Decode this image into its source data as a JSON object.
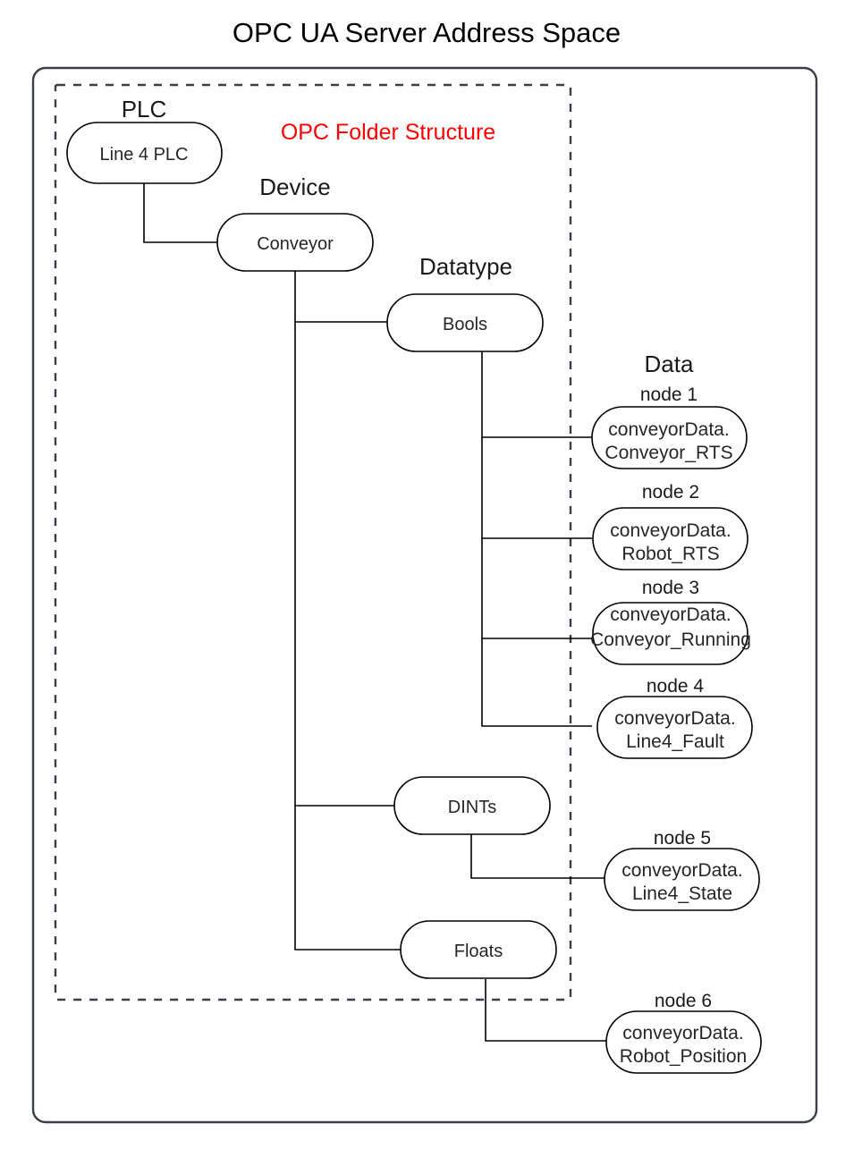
{
  "diagram": {
    "title": "OPC UA Server Address Space",
    "folder_structure_label": "OPC Folder Structure",
    "column_labels": {
      "plc": "PLC",
      "device": "Device",
      "datatype": "Datatype",
      "data": "Data"
    },
    "colors": {
      "folder_label": "#ff0000",
      "frame": "#3b3f4a",
      "node_stroke": "#000000",
      "background": "#ffffff"
    },
    "nodes": {
      "plc": {
        "label": "Line 4 PLC"
      },
      "device": {
        "label": "Conveyor"
      },
      "bools": {
        "label": "Bools"
      },
      "dints": {
        "label": "DINTs"
      },
      "floats": {
        "label": "Floats"
      },
      "node1": {
        "caption": "node 1",
        "line1": "conveyorData.",
        "line2": "Conveyor_RTS"
      },
      "node2": {
        "caption": "node 2",
        "line1": "conveyorData.",
        "line2": "Robot_RTS"
      },
      "node3": {
        "caption": "node 3",
        "line1": "conveyorData.",
        "line2": "Conveyor_Running"
      },
      "node4": {
        "caption": "node 4",
        "line1": "conveyorData.",
        "line2": "Line4_Fault"
      },
      "node5": {
        "caption": "node 5",
        "line1": "conveyorData.",
        "line2": "Line4_State"
      },
      "node6": {
        "caption": "node 6",
        "line1": "conveyorData.",
        "line2": "Robot_Position"
      }
    }
  }
}
